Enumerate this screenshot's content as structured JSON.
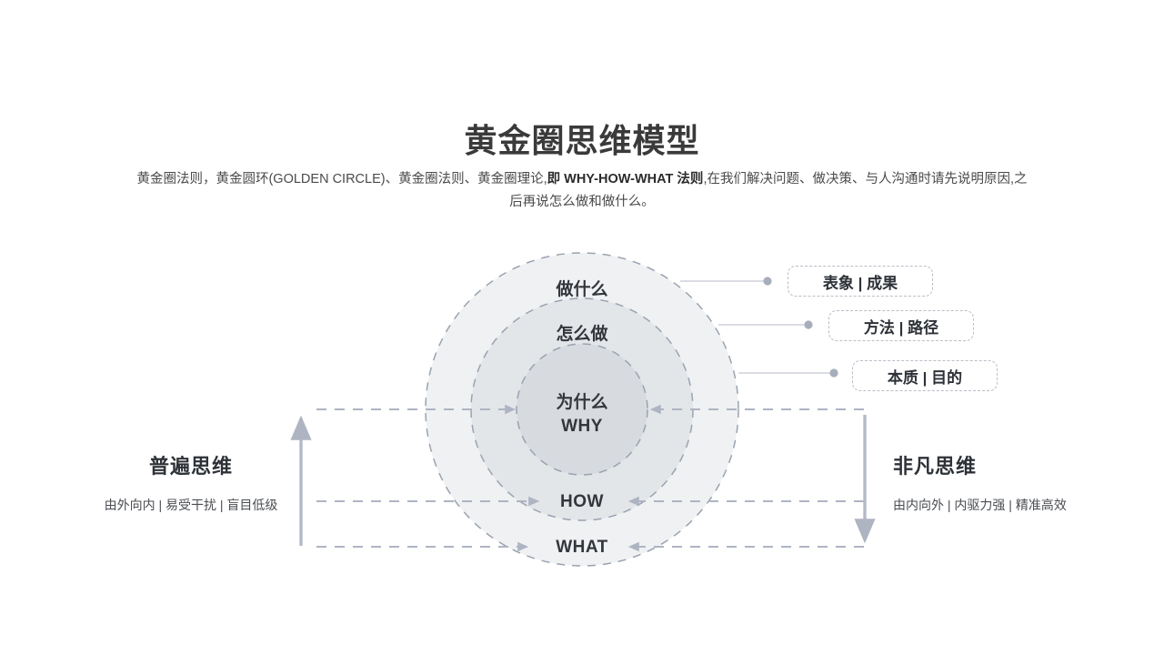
{
  "header": {
    "title": "黄金圈思维模型",
    "subtitle_parts": {
      "a": "黄金圈法则，黄金圆环(GOLDEN CIRCLE)、黄金圈法则、黄金圈理论,",
      "b": "即 WHY-HOW-WHAT 法则",
      "c": ",在我们解决问题、做决策、与人沟通时请先说明原因,之后再说怎么做和做什么。"
    }
  },
  "diagram": {
    "rings": [
      {
        "id": "outer",
        "label": "做什么",
        "en": "WHAT",
        "fill": "#eff1f3",
        "stroke": "#9aa3b0"
      },
      {
        "id": "middle",
        "label": "怎么做",
        "en": "HOW",
        "fill": "#e3e6e9",
        "stroke": "#9aa3b0"
      },
      {
        "id": "inner",
        "label": "为什么",
        "en": "WHY",
        "fill": "#d7dadf",
        "stroke": "#9aa3b0"
      }
    ],
    "callouts": [
      {
        "label": "表象 | 成果",
        "ring": "outer"
      },
      {
        "label": "方法 | 路径",
        "ring": "middle"
      },
      {
        "label": "本质 | 目的",
        "ring": "inner"
      }
    ],
    "left_panel": {
      "heading": "普遍思维",
      "caption": "由外向内 | 易受干扰 | 盲目低级",
      "arrow_direction": "up"
    },
    "right_panel": {
      "heading": "非凡思维",
      "caption": "由内向外 | 内驱力强 | 精准高效",
      "arrow_direction": "down"
    },
    "colors": {
      "line": "#aeb5c0",
      "dot": "#a7aebb",
      "arrow": "#aeb4c2",
      "text": "#33363b"
    }
  }
}
